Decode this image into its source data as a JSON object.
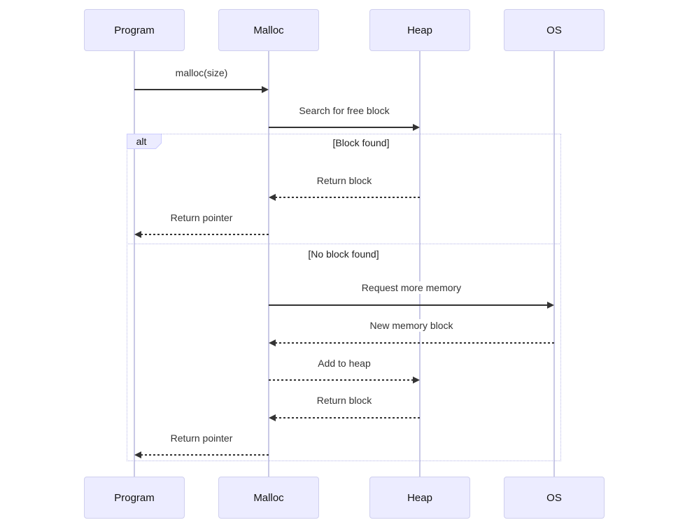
{
  "diagram": {
    "type": "sequence",
    "actors": [
      {
        "label": "Program"
      },
      {
        "label": "Malloc"
      },
      {
        "label": "Heap"
      },
      {
        "label": "OS"
      }
    ],
    "messages": [
      {
        "label": "malloc(size)",
        "from": "Program",
        "to": "Malloc",
        "style": "solid"
      },
      {
        "label": "Search for free block",
        "from": "Malloc",
        "to": "Heap",
        "style": "solid"
      },
      {
        "label": "Return block",
        "from": "Heap",
        "to": "Malloc",
        "style": "dashed"
      },
      {
        "label": "Return pointer",
        "from": "Malloc",
        "to": "Program",
        "style": "dashed"
      },
      {
        "label": "Request more memory",
        "from": "Malloc",
        "to": "OS",
        "style": "solid"
      },
      {
        "label": "New memory block",
        "from": "OS",
        "to": "Malloc",
        "style": "dashed"
      },
      {
        "label": "Add to heap",
        "from": "Malloc",
        "to": "Heap",
        "style": "dashed"
      },
      {
        "label": "Return block",
        "from": "Heap",
        "to": "Malloc",
        "style": "dashed"
      },
      {
        "label": "Return pointer",
        "from": "Malloc",
        "to": "Program",
        "style": "dashed"
      }
    ],
    "alt_frame": {
      "label": "alt",
      "sections": [
        {
          "condition": "[Block found]"
        },
        {
          "condition": "[No block found]"
        }
      ]
    },
    "colors": {
      "actor_fill": "#ECECFF",
      "actor_border": "#CFCFEE",
      "lifeline": "#C9C9E6",
      "message_line": "#333333",
      "frame_border": "#B7B7E8"
    }
  }
}
